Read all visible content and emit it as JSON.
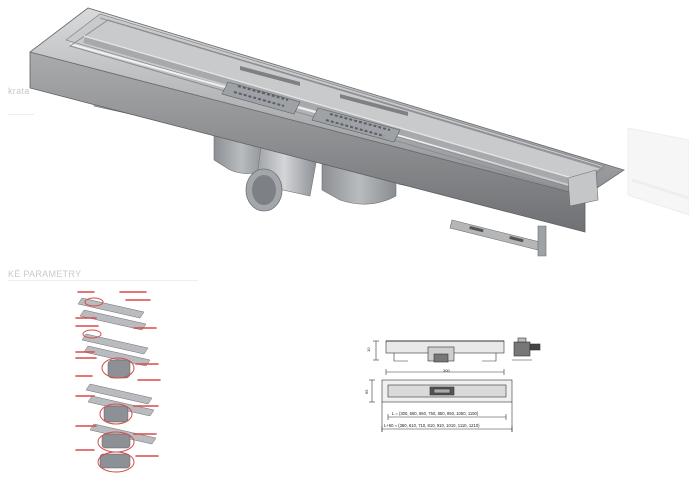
{
  "side_labels": {
    "krata": "krata",
    "parametry": "KÉ PARAMETRY"
  },
  "drawing": {
    "dim_300": "300",
    "l_formula": "L = (300, 550, 650, 750, 850, 950, 1050, 1150)",
    "l60_formula": "L+60 = (360, 610, 710, 810, 910, 1010, 1110, 1210)"
  }
}
